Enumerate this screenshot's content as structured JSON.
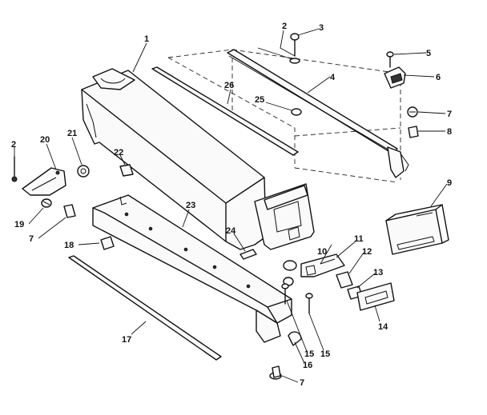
{
  "callouts": [
    {
      "id": "c1",
      "text": "1"
    },
    {
      "id": "c2a",
      "text": "2"
    },
    {
      "id": "c3",
      "text": "3"
    },
    {
      "id": "c4",
      "text": "4"
    },
    {
      "id": "c5",
      "text": "5"
    },
    {
      "id": "c6",
      "text": "6"
    },
    {
      "id": "c7a",
      "text": "7"
    },
    {
      "id": "c8",
      "text": "8"
    },
    {
      "id": "c9",
      "text": "9"
    },
    {
      "id": "c10",
      "text": "10"
    },
    {
      "id": "c11",
      "text": "11"
    },
    {
      "id": "c12",
      "text": "12"
    },
    {
      "id": "c13",
      "text": "13"
    },
    {
      "id": "c14",
      "text": "14"
    },
    {
      "id": "c15a",
      "text": "15"
    },
    {
      "id": "c15b",
      "text": "15"
    },
    {
      "id": "c16",
      "text": "16"
    },
    {
      "id": "c7b",
      "text": "7"
    },
    {
      "id": "c17",
      "text": "17"
    },
    {
      "id": "c18",
      "text": "18"
    },
    {
      "id": "c7c",
      "text": "7"
    },
    {
      "id": "c19",
      "text": "19"
    },
    {
      "id": "c2b",
      "text": "2"
    },
    {
      "id": "c20",
      "text": "20"
    },
    {
      "id": "c21",
      "text": "21"
    },
    {
      "id": "c22",
      "text": "22"
    },
    {
      "id": "c23",
      "text": "23"
    },
    {
      "id": "c24",
      "text": "24"
    },
    {
      "id": "c25",
      "text": "25"
    },
    {
      "id": "c26",
      "text": "26"
    }
  ]
}
